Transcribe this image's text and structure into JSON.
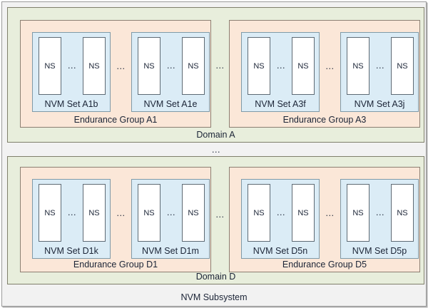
{
  "diagram": {
    "title": "NVM Subsystem",
    "subsystem_label": "NVM Subsystem",
    "domain_separator": "...",
    "colors": {
      "subsystem_fill": "#f2f2f2",
      "domain_fill": "#e8eedc",
      "endurance_group_fill": "#fbe7d8",
      "nvm_set_fill": "#dbecf6",
      "namespace_fill": "#ffffff",
      "text": "#1b2436"
    },
    "domains": [
      {
        "label": "Domain A",
        "group_separator": "...",
        "endurance_groups": [
          {
            "label": "Endurance Group A1",
            "set_separator": "...",
            "nvm_sets": [
              {
                "label": "NVM Set A1b",
                "ns_separator": "...",
                "namespaces": [
                  "NS",
                  "NS"
                ]
              },
              {
                "label": "NVM Set A1e",
                "ns_separator": "...",
                "namespaces": [
                  "NS",
                  "NS"
                ]
              }
            ]
          },
          {
            "label": "Endurance Group A3",
            "set_separator": "...",
            "nvm_sets": [
              {
                "label": "NVM Set A3f",
                "ns_separator": "...",
                "namespaces": [
                  "NS",
                  "NS"
                ]
              },
              {
                "label": "NVM Set A3j",
                "ns_separator": "...",
                "namespaces": [
                  "NS",
                  "NS"
                ]
              }
            ]
          }
        ]
      },
      {
        "label": "Domain D",
        "group_separator": "...",
        "endurance_groups": [
          {
            "label": "Endurance Group D1",
            "set_separator": "...",
            "nvm_sets": [
              {
                "label": "NVM Set D1k",
                "ns_separator": "...",
                "namespaces": [
                  "NS",
                  "NS"
                ]
              },
              {
                "label": "NVM Set D1m",
                "ns_separator": "...",
                "namespaces": [
                  "NS",
                  "NS"
                ]
              }
            ]
          },
          {
            "label": "Endurance Group D5",
            "set_separator": "...",
            "nvm_sets": [
              {
                "label": "NVM Set D5n",
                "ns_separator": "...",
                "namespaces": [
                  "NS",
                  "NS"
                ]
              },
              {
                "label": "NVM Set D5p",
                "ns_separator": "...",
                "namespaces": [
                  "NS",
                  "NS"
                ]
              }
            ]
          }
        ]
      }
    ]
  }
}
